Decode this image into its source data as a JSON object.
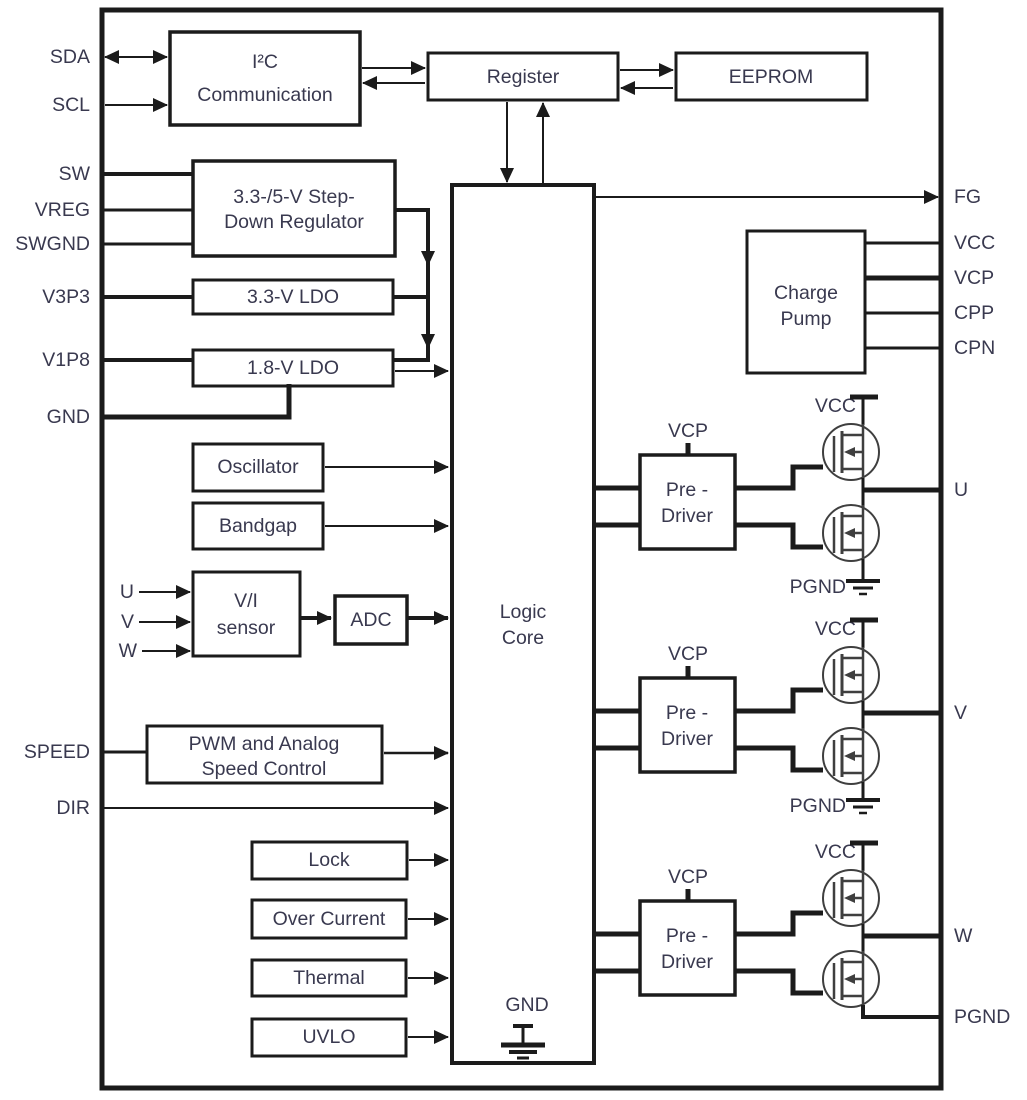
{
  "pins": {
    "left": [
      "SDA",
      "SCL",
      "SW",
      "VREG",
      "SWGND",
      "V3P3",
      "V1P8",
      "GND",
      "SPEED",
      "DIR"
    ],
    "right": [
      "FG",
      "VCC",
      "VCP",
      "CPP",
      "CPN",
      "U",
      "V",
      "W",
      "PGND"
    ]
  },
  "blocks": {
    "i2c": [
      "I²C",
      "Communication"
    ],
    "register": "Register",
    "eeprom": "EEPROM",
    "step_down": [
      "3.3-/5-V Step-",
      "Down Regulator"
    ],
    "ldo_3v3": "3.3-V LDO",
    "ldo_1v8": "1.8-V LDO",
    "logic_core": [
      "Logic",
      "Core"
    ],
    "oscillator": "Oscillator",
    "bandgap": "Bandgap",
    "vi_sensor": [
      "V/I",
      "sensor"
    ],
    "adc": "ADC",
    "speed_ctrl": [
      "PWM and Analog",
      "Speed Control"
    ],
    "lock": "Lock",
    "over_current": "Over Current",
    "thermal": "Thermal",
    "uvlo": "UVLO",
    "charge_pump": [
      "Charge",
      "Pump"
    ],
    "pre_driver": [
      "Pre -",
      "Driver"
    ]
  },
  "labels": {
    "vi_inputs": [
      "U",
      "V",
      "W"
    ],
    "vcp": "VCP",
    "vcc": "VCC",
    "pgnd": "PGND",
    "gnd": "GND"
  },
  "colors": {
    "line": "#1b1b1b",
    "text": "#39394f",
    "background": "#ffffff"
  }
}
